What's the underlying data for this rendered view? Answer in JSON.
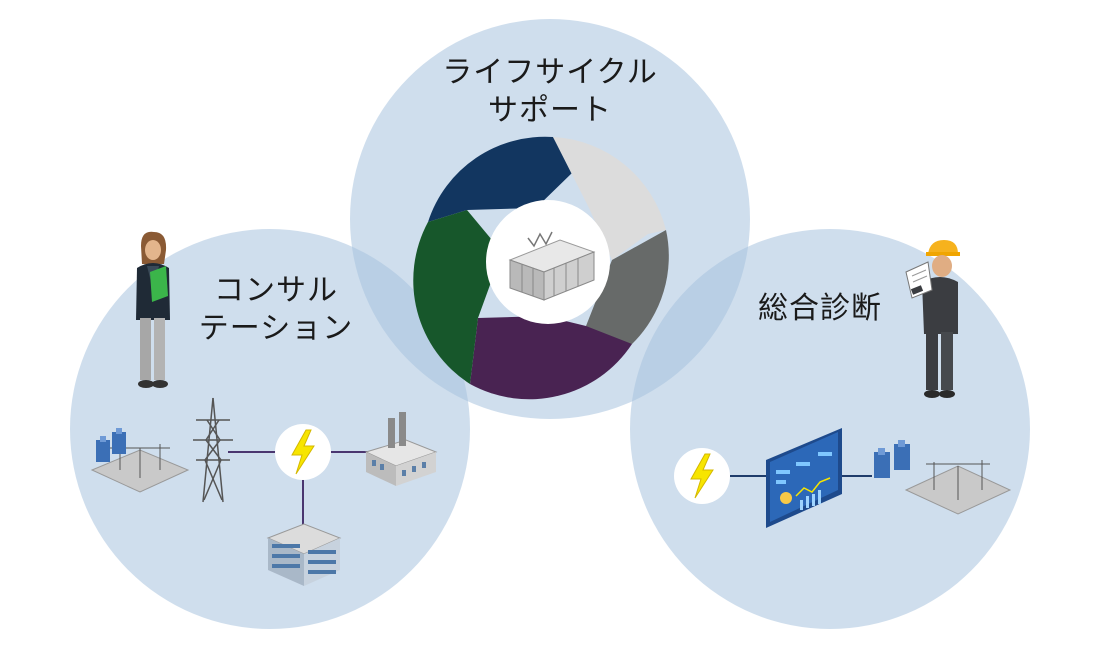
{
  "venn": {
    "top_label_line1": "ライフサイクル",
    "top_label_line2": "サポート",
    "left_label_line1": "コンサル",
    "left_label_line2": "テーション",
    "right_label": "総合診断"
  },
  "colors": {
    "circle_fill": "#bcd3e8",
    "cycle_navy": "#123660",
    "cycle_green": "#17572b",
    "cycle_purple": "#492352",
    "cycle_darkgray": "#676a69",
    "cycle_lightgray": "#dcdcdc",
    "lightning": "#f7e500",
    "network_line": "#4a3670",
    "equipment_blue": "#3b6fb6"
  },
  "icons": [
    "power-cabinet-icon",
    "consultant-woman-icon",
    "engineer-helmet-icon",
    "substation-icon",
    "transmission-tower-icon",
    "lightning-icon",
    "factory-icon",
    "office-building-icon",
    "monitoring-dashboard-icon"
  ]
}
